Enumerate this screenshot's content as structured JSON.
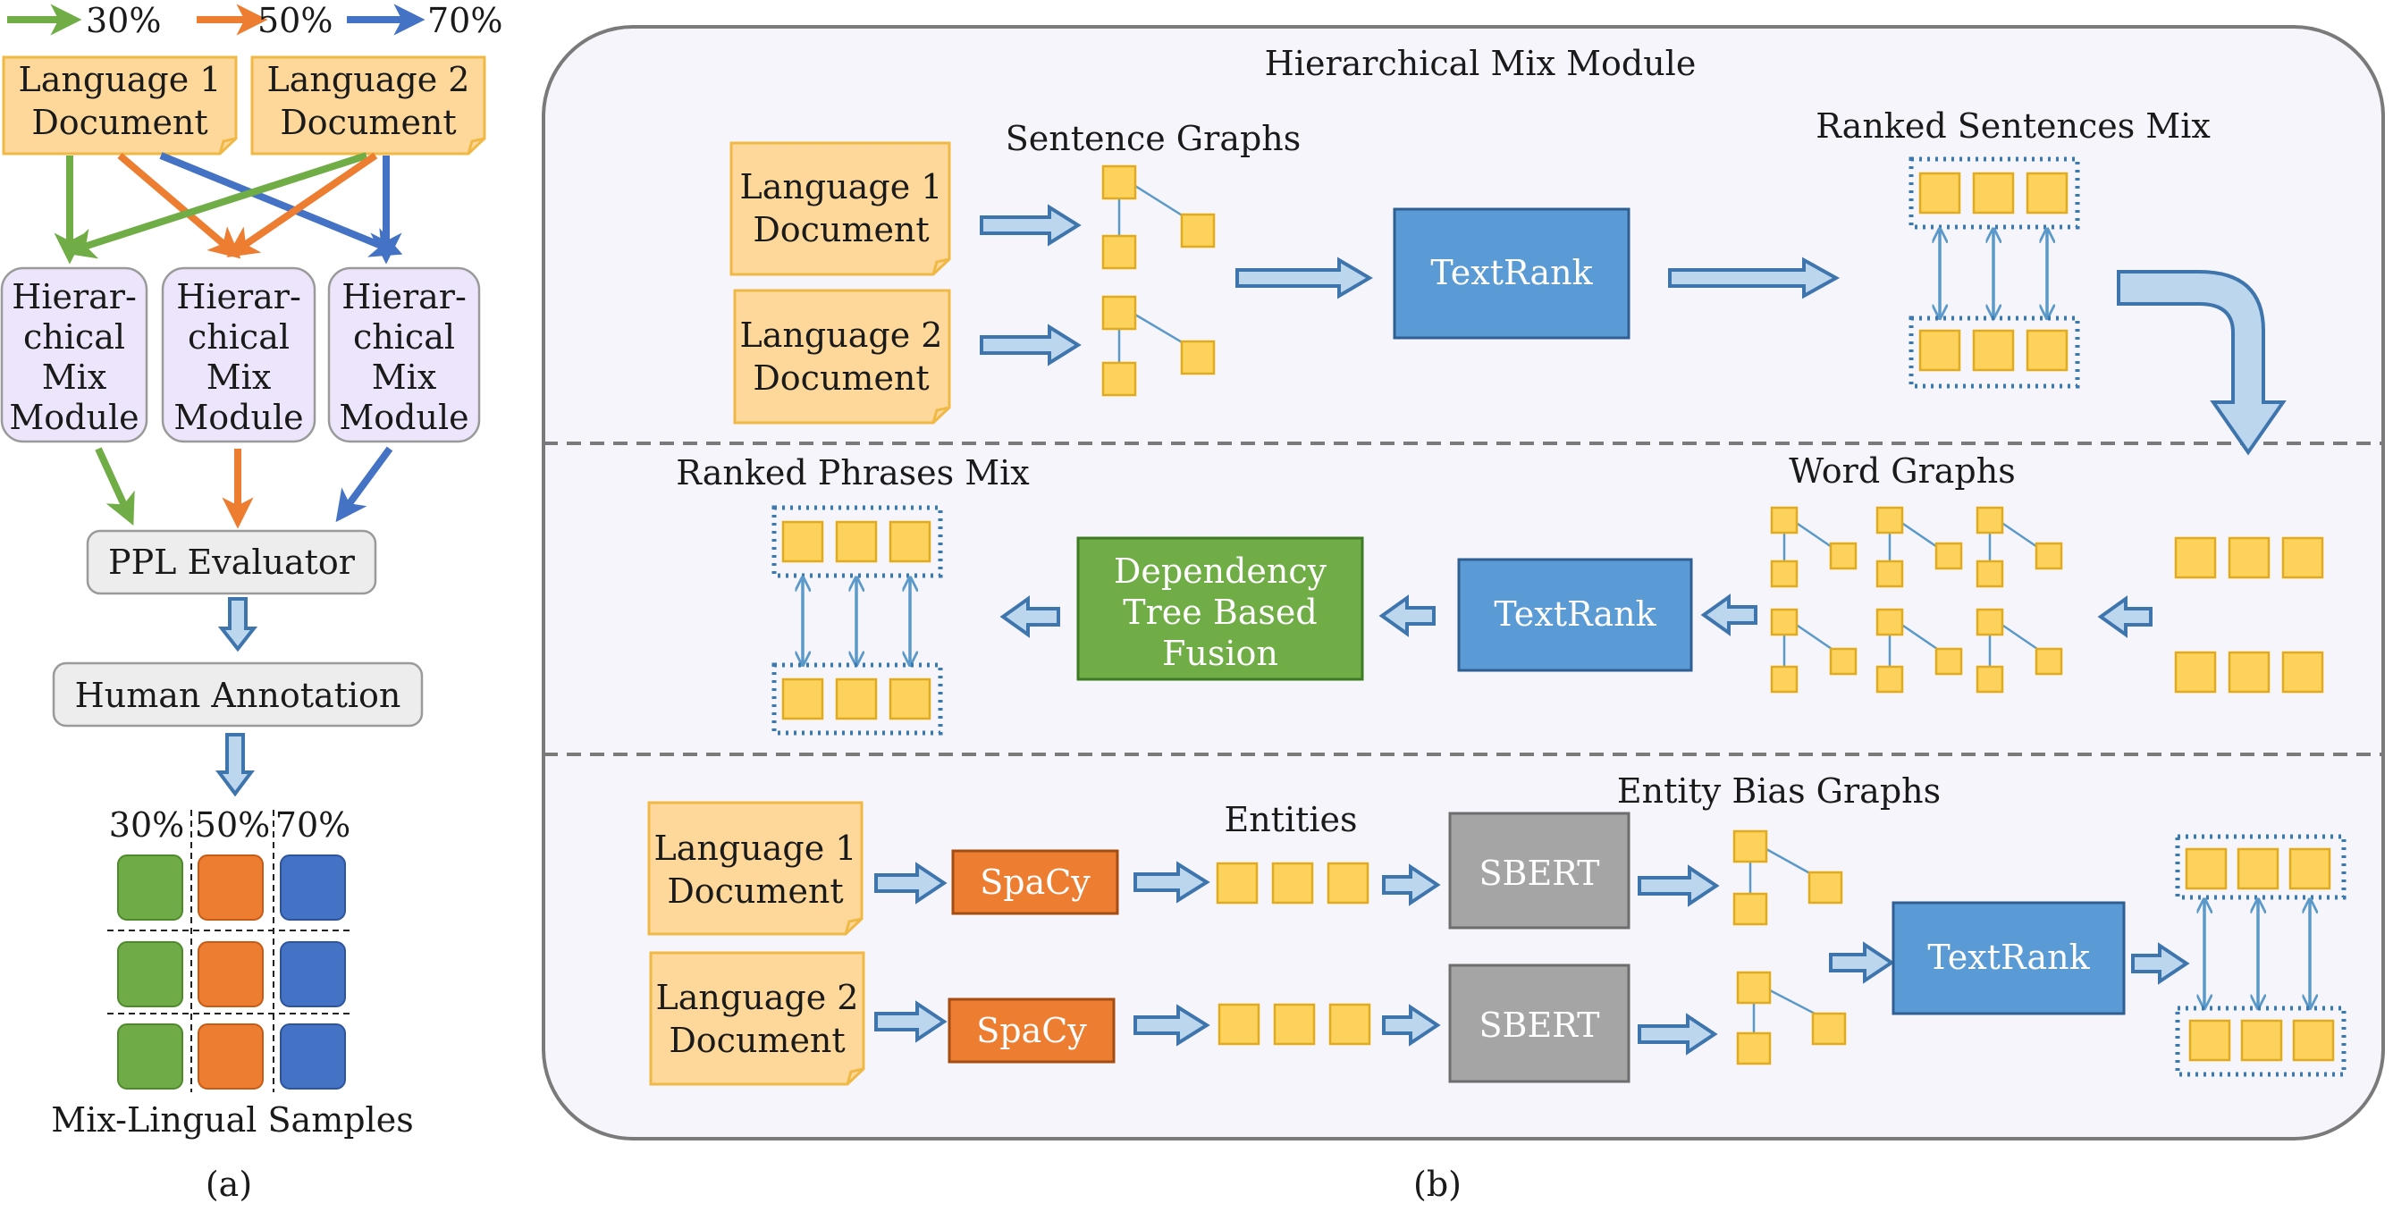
{
  "colors": {
    "green": "#70ad47",
    "orange": "#ed7d31",
    "blue": "#4472c4",
    "textrank": "#5b9bd5",
    "fusion": "#70ad47",
    "spacy": "#ed7d31",
    "sbert": "#a5a5a5",
    "document": "#fdd89a",
    "mix_module": "#ede5fb"
  },
  "legend": [
    {
      "pct": "30%",
      "color": "green"
    },
    {
      "pct": "50%",
      "color": "orange"
    },
    {
      "pct": "70%",
      "color": "blue"
    }
  ],
  "panel_a": {
    "doc1": [
      "Language 1",
      "Document"
    ],
    "doc2": [
      "Language 2",
      "Document"
    ],
    "mix_module": [
      "Hierar-",
      "chical",
      "Mix",
      "Module"
    ],
    "ppl_evaluator": "PPL Evaluator",
    "human_annotation": "Human Annotation",
    "grid_headers": [
      "30%",
      "50%",
      "70%"
    ],
    "samples_label": "Mix-Lingual Samples",
    "caption": "(a)"
  },
  "panel_b": {
    "title": "Hierarchical Mix Module",
    "caption": "(b)",
    "sentence": {
      "doc1": [
        "Language 1",
        "Document"
      ],
      "doc2": [
        "Language 2",
        "Document"
      ],
      "graphs_label": "Sentence Graphs",
      "textrank": "TextRank",
      "mix_label": "Ranked Sentences Mix"
    },
    "phrase": {
      "word_graphs_label": "Word Graphs",
      "textrank": "TextRank",
      "fusion": [
        "Dependency",
        "Tree Based",
        "Fusion"
      ],
      "mix_label": "Ranked Phrases Mix"
    },
    "entity": {
      "doc1": [
        "Language 1",
        "Document"
      ],
      "doc2": [
        "Language 2",
        "Document"
      ],
      "spacy": "SpaCy",
      "entities_label": "Entities",
      "sbert": "SBERT",
      "bias_label": "Entity Bias Graphs",
      "textrank": "TextRank"
    }
  }
}
